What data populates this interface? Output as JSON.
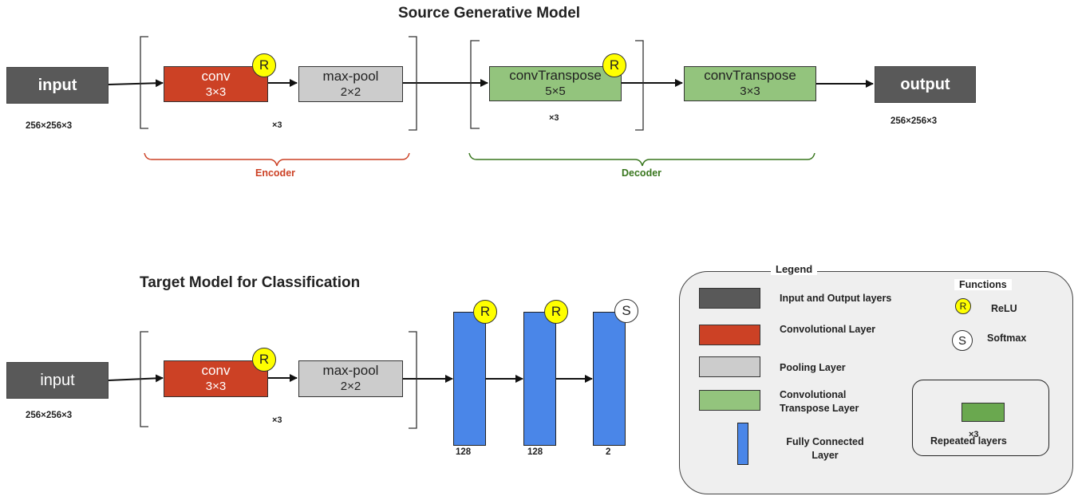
{
  "top": {
    "title": "Source Generative Model",
    "input_label": "input",
    "input_dim": "256×256×3",
    "conv_label": "conv",
    "conv_size": "3×3",
    "pool_label": "max-pool",
    "pool_size": "2×2",
    "enc_repeat": "×3",
    "tconv1_label": "convTranspose",
    "tconv1_size": "5×5",
    "dec_repeat": "×3",
    "tconv2_label": "convTranspose",
    "tconv2_size": "3×3",
    "output_label": "output",
    "output_dim": "256×256×3",
    "encoder_label": "Encoder",
    "decoder_label": "Decoder",
    "badge_relu": "R"
  },
  "bottom": {
    "title": "Target Model for Classification",
    "input_label": "input",
    "input_dim": "256×256×3",
    "conv_label": "conv",
    "conv_size": "3×3",
    "pool_label": "max-pool",
    "pool_size": "2×2",
    "repeat": "×3",
    "fc_units": [
      "128",
      "128",
      "2"
    ],
    "fc_badges": [
      "R",
      "R",
      "S"
    ]
  },
  "legend": {
    "title": "Legend",
    "items": [
      "Input and Output layers",
      "Convolutional Layer",
      "Pooling Layer",
      "Convolutional Transpose Layer",
      "Fully Connected Layer"
    ],
    "functions_title": "Functions",
    "relu_symbol": "R",
    "relu_label": "ReLU",
    "softmax_symbol": "S",
    "softmax_label": "Softmax",
    "repeated_label": "Repeated layers",
    "repeated_count": "×3"
  },
  "colors": {
    "io": "#595959",
    "conv": "#cc4125",
    "pool": "#cccccc",
    "tconv": "#93c47d",
    "fc": "#4a86e8",
    "relu": "#ffff00",
    "encoder": "#cc4125",
    "decoder": "#38761d"
  }
}
